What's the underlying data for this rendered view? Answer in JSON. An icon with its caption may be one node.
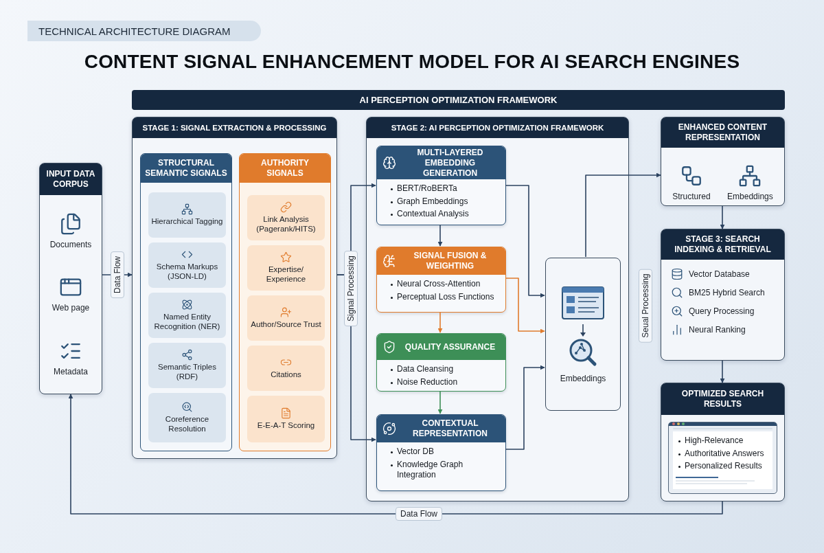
{
  "diagram": {
    "title": "CONTENT SIGNAL ENHANCEMENT MODEL FOR AI SEARCH ENGINES",
    "nodes": [
      {
        "text": [
          "INPUT DATA CORPUS",
          "Documents",
          "Web page",
          "Metadata"
        ]
      },
      {
        "text": [
          "AI PERCEPTION OPTIMIZATION FRAMEWORK"
        ]
      },
      {
        "text": [
          "STAGE 1: SIGNAL EXTRACTION & PROCESSING"
        ]
      },
      {
        "text": [
          "STRUCTURAL SEMANTIC SIGNALS"
        ],
        "in": 2
      },
      {
        "text": [
          "Hierarchical Tagging"
        ],
        "in": 3
      },
      {
        "text": [
          "Schema Markups (JSON-LD)"
        ],
        "in": 3
      },
      {
        "text": [
          "Named Entity Recognition (NER)"
        ],
        "in": 3
      },
      {
        "text": [
          "Semantic Triples (RDF)"
        ],
        "in": 3
      },
      {
        "text": [
          "Coreference Resolution"
        ],
        "in": 3
      },
      {
        "text": [
          "AUTHORITY SIGNALS"
        ],
        "in": 2
      },
      {
        "text": [
          "Link Analysis (Pagerank/HITS)"
        ],
        "in": 9
      },
      {
        "text": [
          "Expertise/ Experience"
        ],
        "in": 9
      },
      {
        "text": [
          "Author/Source Trust"
        ],
        "in": 9
      },
      {
        "text": [
          "Citations"
        ],
        "in": 9
      },
      {
        "text": [
          "E-E-A-T Scoring"
        ],
        "in": 9
      },
      {
        "text": [
          "STAGE 2: AI PERCEPTION OPTIMIZATION FRAMEWORK"
        ]
      },
      {
        "text": [
          "MULTI-LAYERED EMBEDDING GENERATION",
          "BERT/RoBERTa",
          "Graph Embeddings",
          "Contextual Analysis"
        ],
        "in": 15
      },
      {
        "text": [
          "SIGNAL FUSION & WEIGHTING",
          "Neural Cross-Attention",
          "Perceptual Loss Functions"
        ],
        "in": 15
      },
      {
        "text": [
          "QUALITY ASSURANCE",
          "Data Cleansing",
          "Noise Reduction"
        ],
        "in": 15
      },
      {
        "text": [
          "CONTEXTUAL REPRESENTATION",
          "Vector DB",
          "Knowledge Graph Integration"
        ],
        "in": 15
      },
      {
        "text": [
          "Embeddings"
        ],
        "in": 15
      },
      {
        "text": [
          "ENHANCED CONTENT REPRESENTATION",
          "Structured",
          "Embeddings"
        ]
      },
      {
        "text": [
          "STAGE 3: SEARCH INDEXING & RETRIEVAL",
          "Vector Database",
          "BM25 Hybrid Search",
          "Query Processing",
          "Neural Ranking"
        ]
      },
      {
        "text": [
          "OPTIMIZED SEARCH RESULTS",
          "High-Relevance",
          "Authoritative Answers",
          "Personalized Results"
        ]
      }
    ],
    "edges": [
      {
        "from": 0,
        "to": 2,
        "arrow": "to",
        "label": "Data Flow"
      },
      {
        "from": 2,
        "to": 16,
        "arrow": "to",
        "label": "Signal Processing"
      },
      {
        "from": 2,
        "to": 19,
        "arrow": "to"
      },
      {
        "from": 16,
        "to": 17,
        "arrow": "to"
      },
      {
        "from": 17,
        "to": 18,
        "arrow": "to",
        "color": "#e07b2c"
      },
      {
        "from": 18,
        "to": 19,
        "arrow": "to",
        "color": "#3d8f57"
      },
      {
        "from": 16,
        "to": 20,
        "arrow": "to"
      },
      {
        "from": 17,
        "to": 20,
        "arrow": "to",
        "color": "#e07b2c"
      },
      {
        "from": 19,
        "to": 20,
        "arrow": "to"
      },
      {
        "from": 20,
        "to": 21,
        "arrow": "to"
      },
      {
        "from": 21,
        "to": 22,
        "arrow": "to"
      },
      {
        "from": 22,
        "to": 23,
        "arrow": "to"
      },
      {
        "from": 23,
        "to": 0,
        "arrow": "to",
        "label": "Data Flow"
      }
    ],
    "labels": [
      "TECHNICAL ARCHITECTURE DIAGRAM",
      "Seual Processing"
    ]
  }
}
